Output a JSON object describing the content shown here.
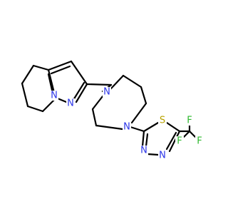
{
  "colors": {
    "bond": "#000000",
    "nitrogen": "#2b35e8",
    "sulfur": "#b8a200",
    "fluorine": "#2eb82e"
  },
  "atoms": {
    "n_pyrazole_bridge": "N",
    "n_pyrazole": "N",
    "n_diazepane_top": "N",
    "n_diazepane_bottom": "N",
    "s_thiadiazole": "S",
    "n_thiadiazole_left": "N",
    "n_thiadiazole_right": "N",
    "f_top": "F",
    "f_left": "F",
    "f_right": "F"
  }
}
